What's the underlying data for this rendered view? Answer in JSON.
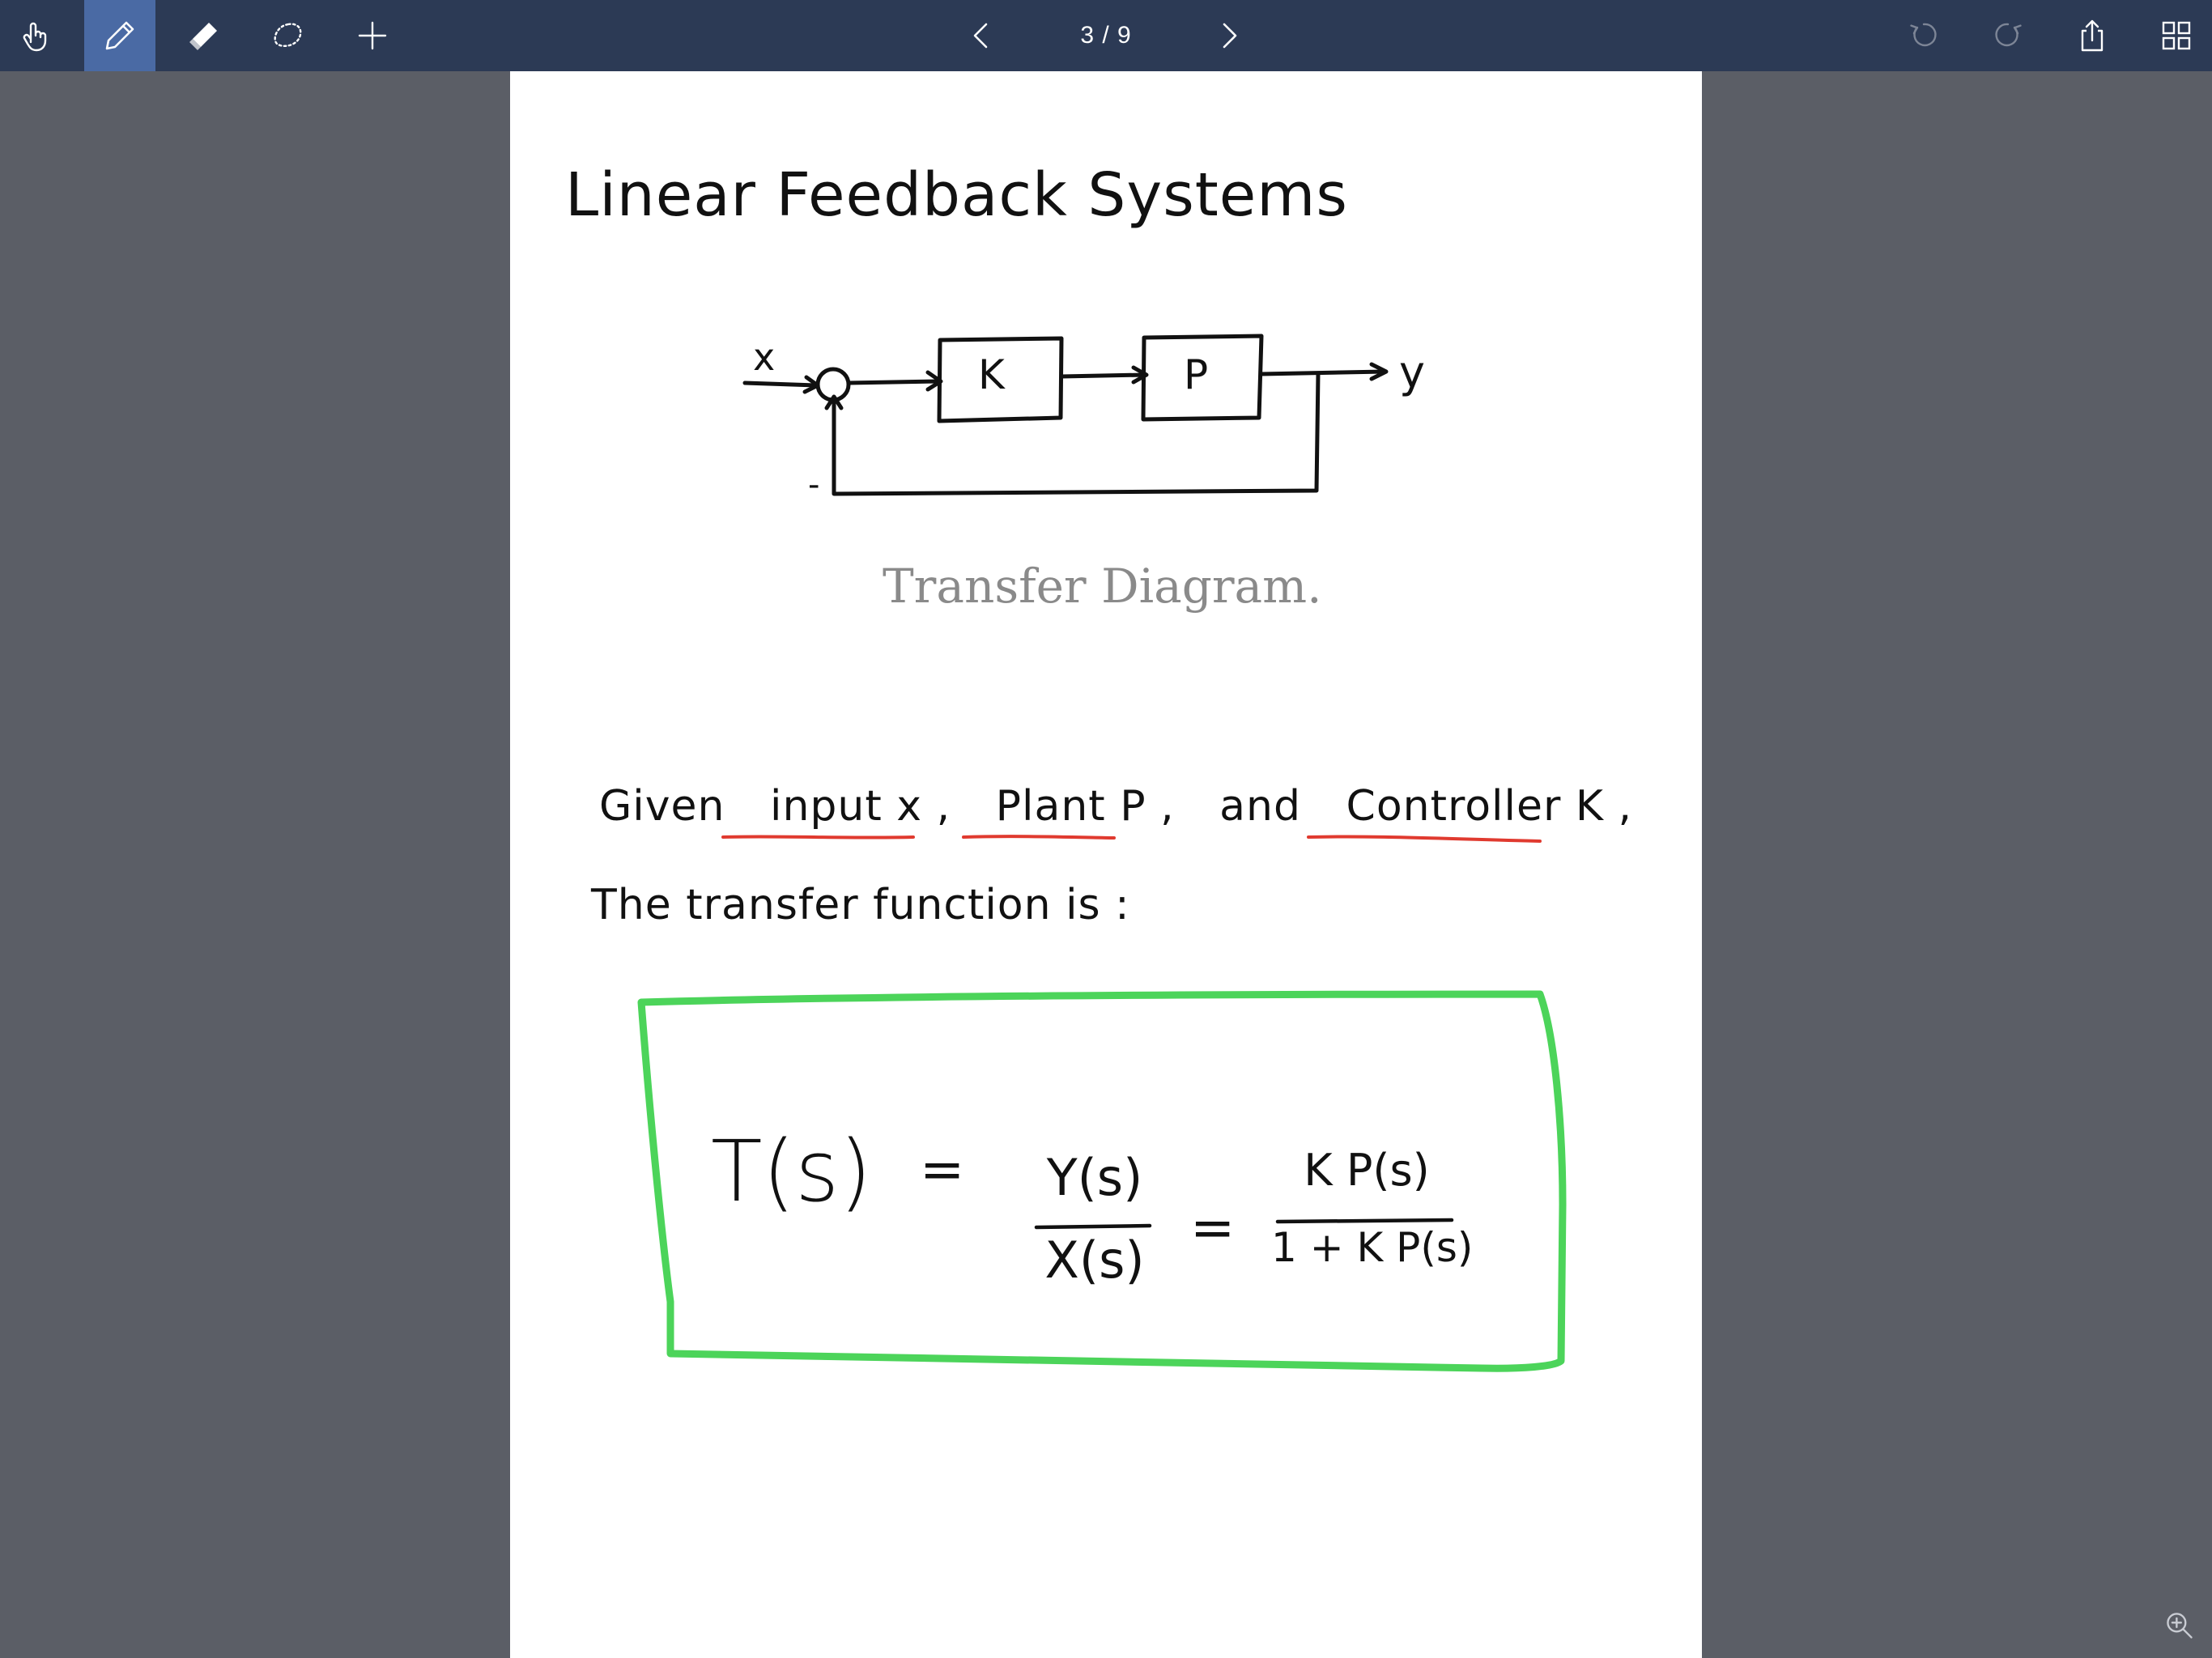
{
  "toolbar": {
    "tools": [
      {
        "name": "hand",
        "icon": "hand-pointer-icon",
        "active": false
      },
      {
        "name": "pen",
        "icon": "pen-icon",
        "active": true
      },
      {
        "name": "eraser",
        "icon": "eraser-icon",
        "active": false
      },
      {
        "name": "lasso",
        "icon": "lasso-icon",
        "active": false
      },
      {
        "name": "add",
        "icon": "plus-icon",
        "active": false
      }
    ],
    "page_indicator": "3 / 9",
    "right_icons": [
      "undo-icon",
      "redo-icon",
      "share-icon",
      "grid-icon"
    ],
    "accent_color": "#4a6aa4",
    "bar_color": "#2c3a55"
  },
  "note": {
    "title": "Linear Feedback Systems",
    "diagram": {
      "input_label": "x",
      "controller_label": "K",
      "plant_label": "P",
      "output_label": "y",
      "sign_label": "-"
    },
    "caption": "Transfer Diagram.",
    "given_line": {
      "given": "Given",
      "input": "input x",
      "comma1": ",",
      "plant": "Plant P",
      "comma2": ",",
      "and": "and",
      "controller": "Controller K",
      "comma3": ","
    },
    "transfer_line": "The transfer function is :",
    "formula": {
      "lhs": "T(s)",
      "eq1": "=",
      "num1": "Y(s)",
      "den1": "X(s)",
      "eq2": "=",
      "num2": "K P(s)",
      "den2": "1 + K P(s)"
    },
    "underline_color": "#e03a2f",
    "box_color": "#4cd45a"
  },
  "zoom_icon": "zoom-in-icon"
}
